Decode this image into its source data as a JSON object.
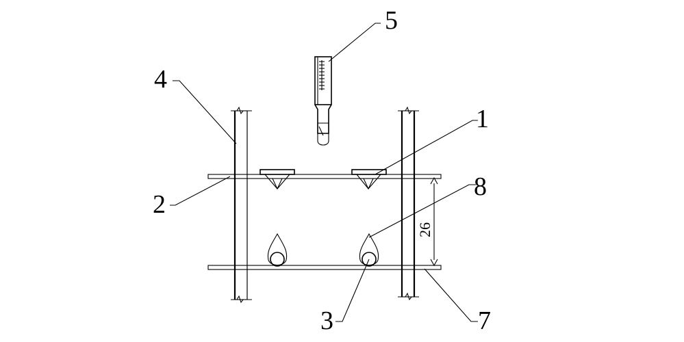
{
  "labels": {
    "l1": "1",
    "l2": "2",
    "l3": "3",
    "l4": "4",
    "l5": "5",
    "l7": "7",
    "l8": "8"
  },
  "dimension": {
    "value": "26"
  },
  "colors": {
    "line": "#000000",
    "background": "#ffffff"
  }
}
